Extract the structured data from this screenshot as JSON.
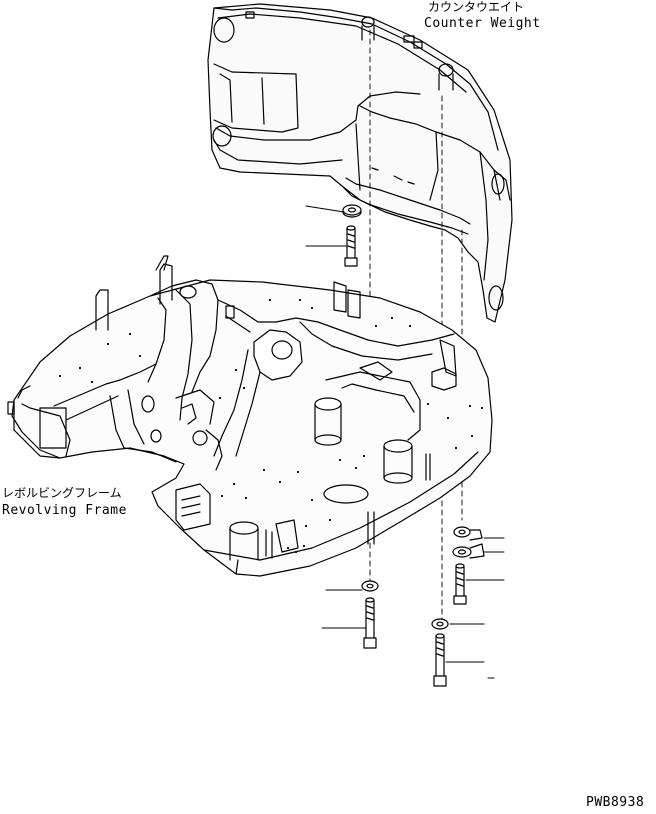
{
  "labels": {
    "counterweight_jp": "カウンタウエイト",
    "counterweight_en": "Counter Weight",
    "revolving_frame_jp": "レボルビングフレーム",
    "revolving_frame_en": "Revolving Frame",
    "drawing_code": "PWB8938"
  },
  "callouts": [
    {
      "part": "washer-upper"
    },
    {
      "part": "bolt-upper"
    },
    {
      "part": "washer-right-upper"
    },
    {
      "part": "washer-right-lower"
    },
    {
      "part": "bolt-right"
    },
    {
      "part": "washer-left-lower"
    },
    {
      "part": "bolt-left-lower"
    },
    {
      "part": "washer-right-bottom"
    },
    {
      "part": "bolt-right-bottom"
    }
  ],
  "colors": {
    "line": "#000000",
    "background": "#ffffff",
    "part_fill": "#f8f8f8"
  }
}
